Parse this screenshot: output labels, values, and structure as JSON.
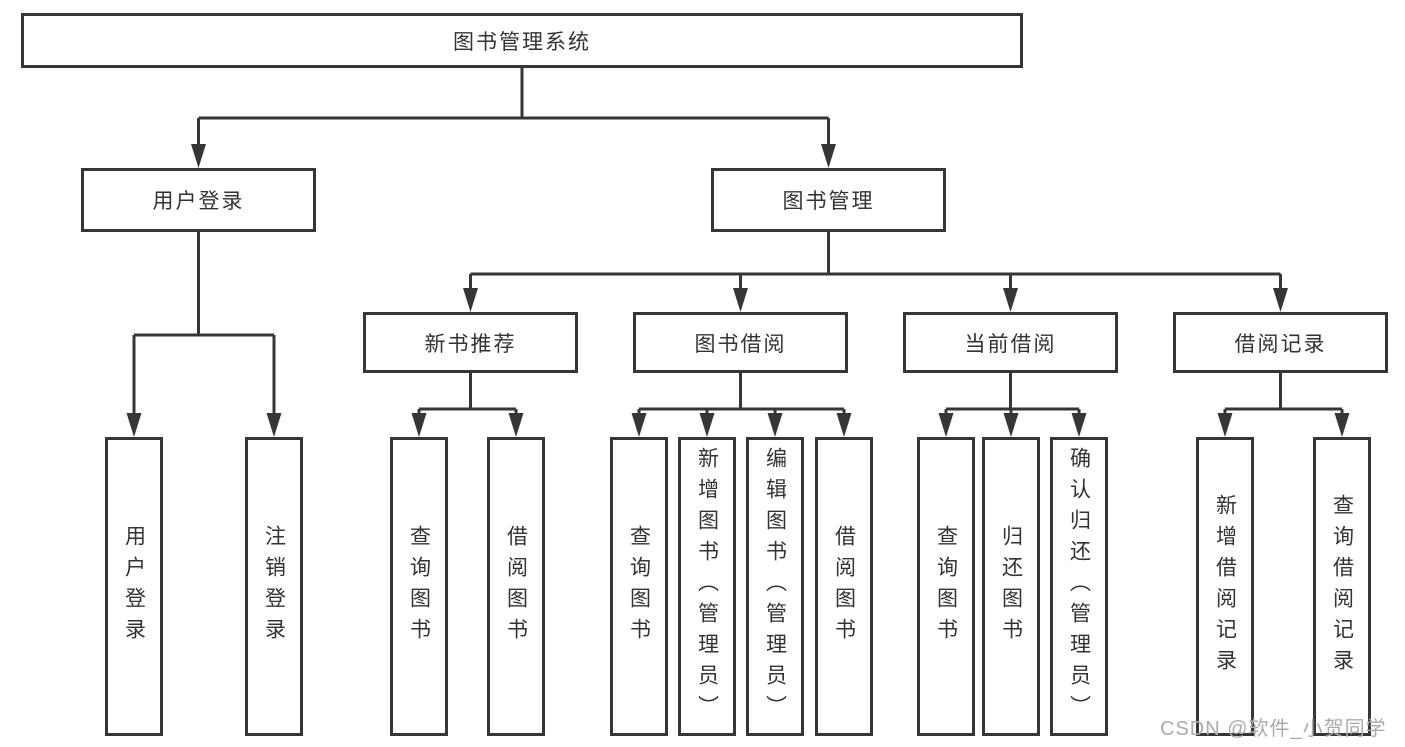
{
  "diagram": {
    "root": {
      "label": "图书管理系统"
    },
    "branches": [
      {
        "label": "用户登录",
        "children": [
          {
            "label": "用户登录"
          },
          {
            "label": "注销登录"
          }
        ]
      },
      {
        "label": "图书管理",
        "children": [
          {
            "label": "新书推荐",
            "children": [
              {
                "label": "查询图书"
              },
              {
                "label": "借阅图书"
              }
            ]
          },
          {
            "label": "图书借阅",
            "children": [
              {
                "label": "查询图书"
              },
              {
                "label": "新增图书（管理员）"
              },
              {
                "label": "编辑图书（管理员）"
              },
              {
                "label": "借阅图书"
              }
            ]
          },
          {
            "label": "当前借阅",
            "children": [
              {
                "label": "查询图书"
              },
              {
                "label": "归还图书"
              },
              {
                "label": "确认归还（管理员）"
              }
            ]
          },
          {
            "label": "借阅记录",
            "children": [
              {
                "label": "新增借阅记录"
              },
              {
                "label": "查询借阅记录"
              }
            ]
          }
        ]
      }
    ],
    "watermark": "CSDN @软件_小贺同学",
    "colors": {
      "line": "#363636",
      "text": "#333333",
      "background": "#ffffff",
      "watermark": "#ababab"
    }
  }
}
